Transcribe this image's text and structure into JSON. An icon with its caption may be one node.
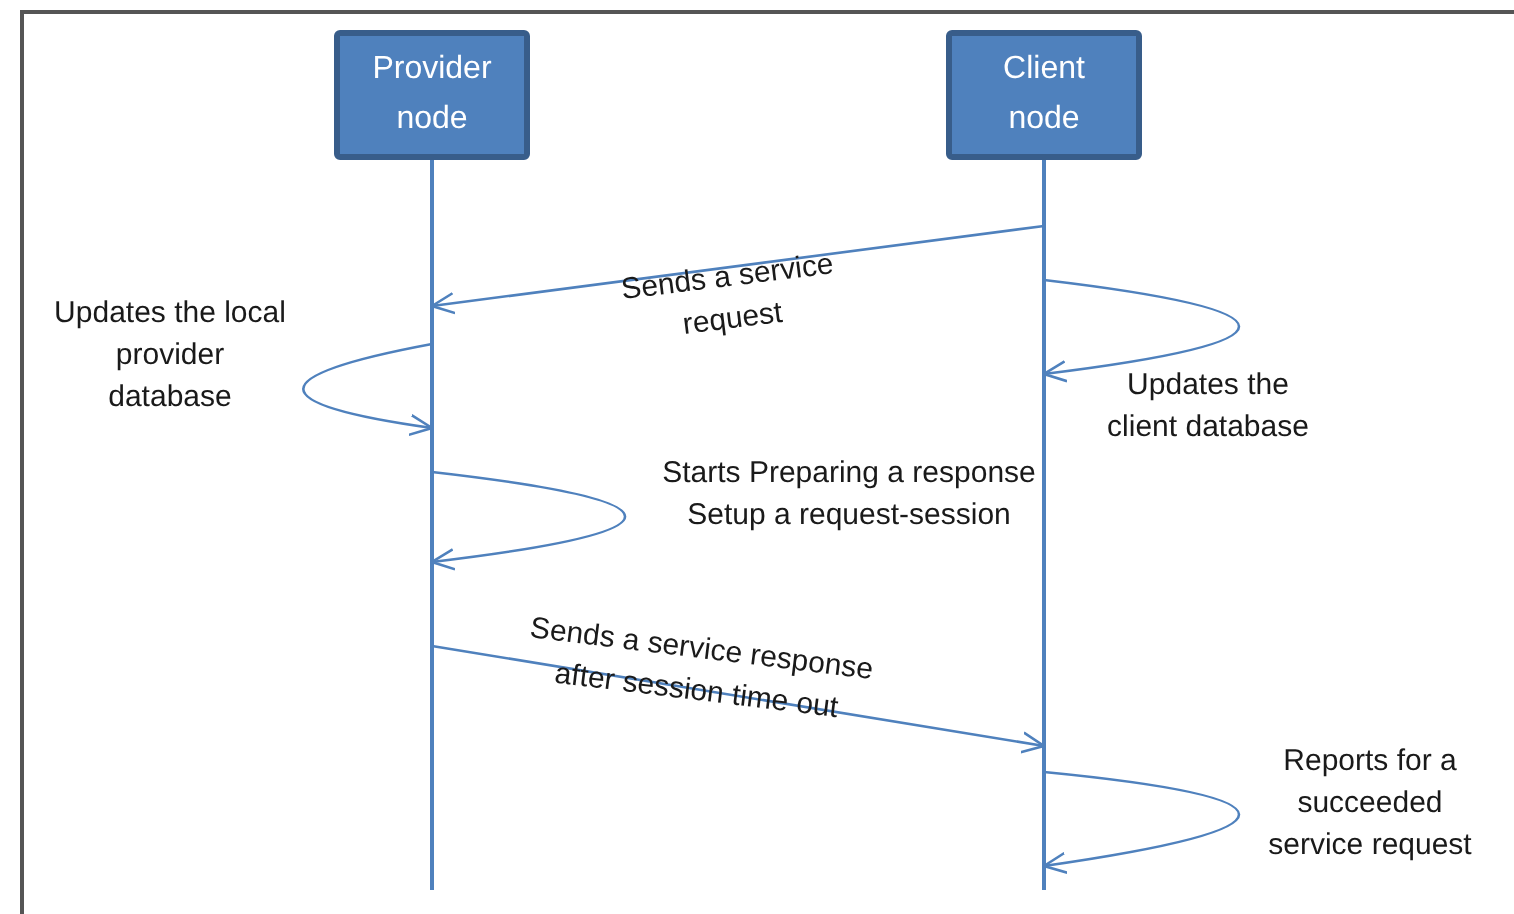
{
  "diagram": {
    "nodes": [
      {
        "text": [
          "Provider node"
        ]
      },
      {
        "text": [
          "Client node"
        ]
      }
    ],
    "edges": [
      {
        "from": 1,
        "to": 0,
        "arrow": "to",
        "label": "Sends a service request"
      },
      {
        "from": 0,
        "to": 0,
        "arrow": "to",
        "label": "Updates the local provider database"
      },
      {
        "from": 1,
        "to": 1,
        "arrow": "to",
        "label": "Updates the client database"
      },
      {
        "from": 0,
        "to": 0,
        "arrow": "to",
        "label": "Starts Preparing a response Setup a request-session"
      },
      {
        "from": 0,
        "to": 1,
        "arrow": "to",
        "label": "Sends a service response after session time out"
      },
      {
        "from": 1,
        "to": 1,
        "arrow": "to",
        "label": "Reports for a succeeded service request"
      }
    ]
  }
}
